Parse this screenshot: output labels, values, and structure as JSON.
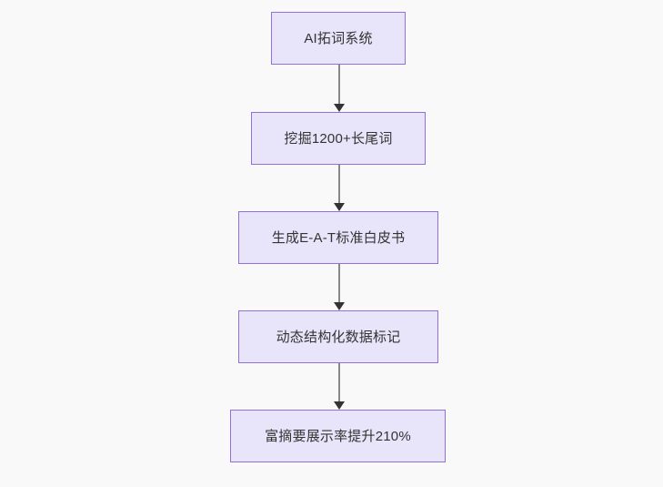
{
  "diagram": {
    "type": "flowchart",
    "orientation": "top-to-bottom",
    "background_color": "#f9f9f9",
    "node_fill_color": "#e8e4fa",
    "node_border_color": "#9370d8",
    "node_text_color": "#333333",
    "connector_line_color": "#888888",
    "connector_arrow_color": "#333333",
    "nodes": [
      {
        "id": "node-1",
        "label": "AI拓词系统"
      },
      {
        "id": "node-2",
        "label": "挖掘1200+长尾词"
      },
      {
        "id": "node-3",
        "label": "生成E-A-T标准白皮书"
      },
      {
        "id": "node-4",
        "label": "动态结构化数据标记"
      },
      {
        "id": "node-5",
        "label": "富摘要展示率提升210%"
      }
    ],
    "edges": [
      {
        "id": "connector-1",
        "from": "node-1",
        "to": "node-2",
        "arrow": "down-arrow"
      },
      {
        "id": "connector-2",
        "from": "node-2",
        "to": "node-3",
        "arrow": "down-arrow"
      },
      {
        "id": "connector-3",
        "from": "node-3",
        "to": "node-4",
        "arrow": "down-arrow"
      },
      {
        "id": "connector-4",
        "from": "node-4",
        "to": "node-5",
        "arrow": "down-arrow"
      }
    ]
  }
}
